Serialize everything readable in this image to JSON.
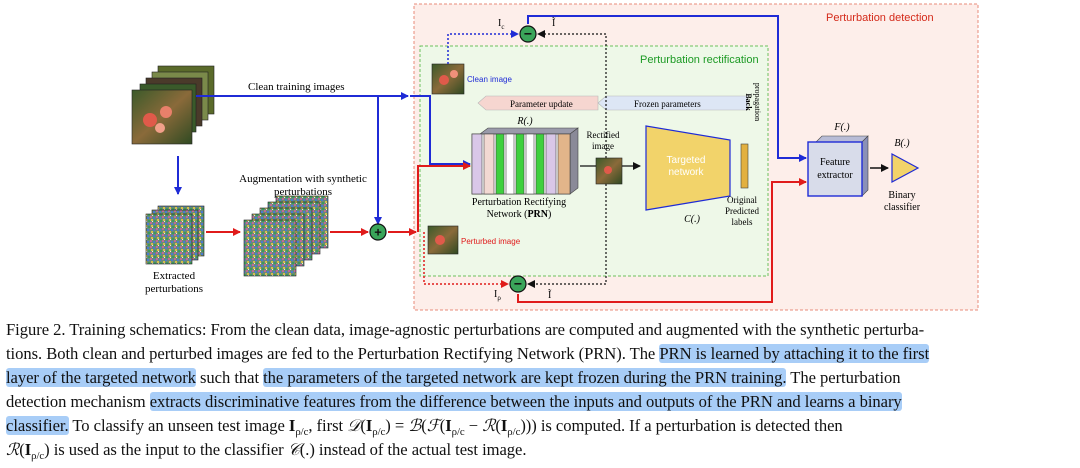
{
  "figure": {
    "regions": {
      "perturbation_detection": "Perturbation detection",
      "perturbation_rectification": "Perturbation rectification"
    },
    "labels": {
      "clean_training_images": "Clean training images",
      "augmentation_line1": "Augmentation with synthetic",
      "augmentation_line2": "perturbations",
      "extracted_line1": "Extracted",
      "extracted_line2": "perturbations",
      "clean_image": "Clean image",
      "perturbed_image": "Perturbed image",
      "parameter_update": "Parameter update",
      "frozen_parameters": "Frozen parameters",
      "back_line1": "Back",
      "back_line2": "propagation",
      "prn_func": "R(.)",
      "prn_line1": "Perturbation Rectifying",
      "prn_line2_pre": "Network (",
      "prn_line2_bold": "PRN",
      "prn_line2_post": ")",
      "rectified_line1": "Rectified",
      "rectified_line2": "image",
      "targeted_line1": "Targeted",
      "targeted_line2": "network",
      "targeted_func": "C(.)",
      "labels_line1": "Original",
      "labels_line2": "Predicted",
      "labels_line3": "labels",
      "feature_func": "F(.)",
      "feature_line1": "Feature",
      "feature_line2": "extractor",
      "binary_func": "B(.)",
      "binary_line1": "Binary",
      "binary_line2": "classifier",
      "ic_label": "I",
      "ic_sub": "c",
      "ihat_top": "Ĩ",
      "ip_label": "I",
      "ip_sub": "ρ",
      "ihat_bottom": "Ĩ",
      "plus_op": "+",
      "minus_op": "−"
    }
  },
  "caption": {
    "intro": "Figure 2. Training schematics: From the clean data, image-agnostic perturbations are computed and augmented with the synthetic perturba-",
    "line2_pre": "tions.  Both clean and perturbed images are fed to the Perturbation Rectifying Network (PRN). The",
    "line2_hl": "PRN is learned by attaching it to the first",
    "line3_hl1": "layer of the targeted network",
    "line3_mid": " such that ",
    "line3_hl2": "the parameters of the targeted network are kept frozen during the PRN training.",
    "line3_post": " The perturbation",
    "line4_pre": "detection mechanism ",
    "line4_hl": "extracts discriminative features from the difference between the inputs and outputs of the PRN and learns a binary",
    "line5_hl": "classifier.",
    "line5_a": " To classify an unseen test image ",
    "line5_b": ", first ",
    "line5_c": " is computed.  If a perturbation is detected then",
    "line6_a": " is used as the input to the classifier ",
    "line6_b": " instead of the actual test image.",
    "math": {
      "I": "I",
      "rho_c": "ρ/c",
      "D": "𝒟",
      "B": "ℬ",
      "F": "ℱ",
      "R": "ℛ",
      "C": "𝒞",
      "open": "(",
      "close": ")",
      "dot": "(.)",
      "eq": " = ",
      "minus": " − "
    }
  }
}
